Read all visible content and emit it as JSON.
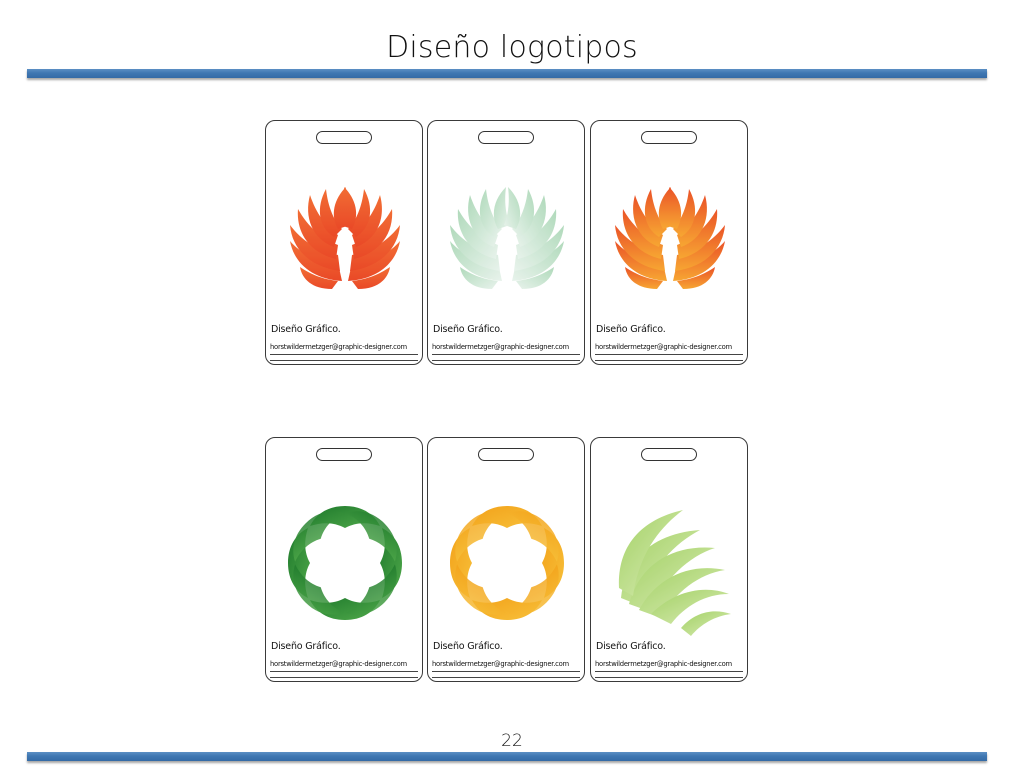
{
  "slide": {
    "title": "Diseño logotipos",
    "page_number": "22"
  },
  "colors": {
    "accent_bar": "#3f77b2"
  },
  "cards": [
    {
      "logo": "orange-red-wings-logo",
      "title": "Diseño Gráfico.",
      "email": "horstwildermetzger@graphic-designer.com"
    },
    {
      "logo": "pale-green-wings-logo",
      "title": "Diseño Gráfico.",
      "email": "horstwildermetzger@graphic-designer.com"
    },
    {
      "logo": "orange-wings-logo",
      "title": "Diseño Gráfico.",
      "email": "horstwildermetzger@graphic-designer.com"
    },
    {
      "logo": "green-ring-logo",
      "title": "Diseño Gráfico.",
      "email": "horstwildermetzger@graphic-designer.com"
    },
    {
      "logo": "orange-ring-logo",
      "title": "Diseño Gráfico.",
      "email": "horstwildermetzger@graphic-designer.com"
    },
    {
      "logo": "green-feather-logo",
      "title": "Diseño Gráfico.",
      "email": "horstwildermetzger@graphic-designer.com"
    }
  ]
}
